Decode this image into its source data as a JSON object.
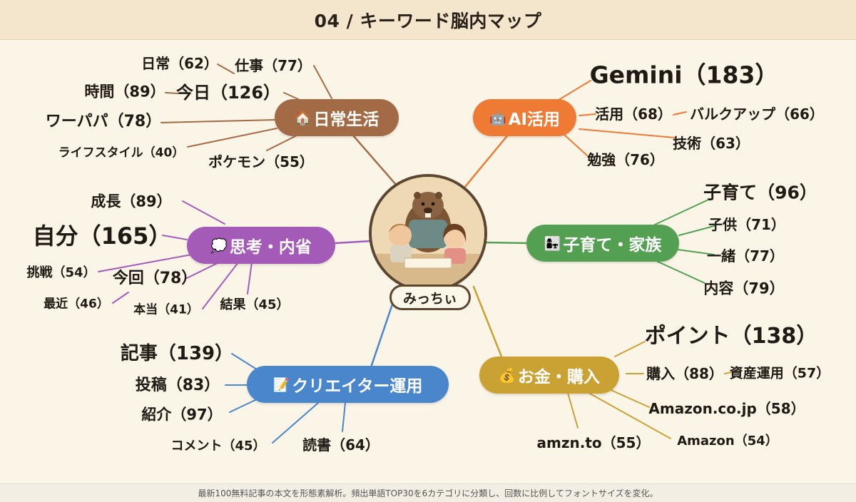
{
  "header": {
    "title": "04 / キーワード脳内マップ"
  },
  "center": {
    "name": "みっちぃ",
    "illustration": "beaver-and-children-reading-illustration"
  },
  "categories": [
    {
      "id": "daily",
      "emoji": "🏠",
      "label": "日常生活",
      "color": "#a36b45"
    },
    {
      "id": "ai",
      "emoji": "🤖",
      "label": "AI活用",
      "color": "#ee7a33"
    },
    {
      "id": "thought",
      "emoji": "💭",
      "label": "思考・内省",
      "color": "#a45bb8"
    },
    {
      "id": "family",
      "emoji": "👩‍👧",
      "label": "子育て・家族",
      "color": "#54a052"
    },
    {
      "id": "creator",
      "emoji": "📝",
      "label": "クリエイター運用",
      "color": "#4a86cb"
    },
    {
      "id": "money",
      "emoji": "💰",
      "label": "お金・購入",
      "color": "#c9a233"
    }
  ],
  "keywords": [
    {
      "cat": "daily",
      "word": "日常",
      "count": 62
    },
    {
      "cat": "daily",
      "word": "仕事",
      "count": 77
    },
    {
      "cat": "daily",
      "word": "時間",
      "count": 89
    },
    {
      "cat": "daily",
      "word": "今日",
      "count": 126
    },
    {
      "cat": "daily",
      "word": "ワーパパ",
      "count": 78
    },
    {
      "cat": "daily",
      "word": "ライフスタイル",
      "count": 40
    },
    {
      "cat": "daily",
      "word": "ポケモン",
      "count": 55
    },
    {
      "cat": "ai",
      "word": "Gemini",
      "count": 183
    },
    {
      "cat": "ai",
      "word": "活用",
      "count": 68
    },
    {
      "cat": "ai",
      "word": "バルクアップ",
      "count": 66
    },
    {
      "cat": "ai",
      "word": "技術",
      "count": 63
    },
    {
      "cat": "ai",
      "word": "勉強",
      "count": 76
    },
    {
      "cat": "thought",
      "word": "成長",
      "count": 89
    },
    {
      "cat": "thought",
      "word": "自分",
      "count": 165
    },
    {
      "cat": "thought",
      "word": "挑戦",
      "count": 54
    },
    {
      "cat": "thought",
      "word": "今回",
      "count": 78
    },
    {
      "cat": "thought",
      "word": "最近",
      "count": 46
    },
    {
      "cat": "thought",
      "word": "本当",
      "count": 41
    },
    {
      "cat": "thought",
      "word": "結果",
      "count": 45
    },
    {
      "cat": "family",
      "word": "子育て",
      "count": 96
    },
    {
      "cat": "family",
      "word": "子供",
      "count": 71
    },
    {
      "cat": "family",
      "word": "一緒",
      "count": 77
    },
    {
      "cat": "family",
      "word": "内容",
      "count": 79
    },
    {
      "cat": "creator",
      "word": "記事",
      "count": 139
    },
    {
      "cat": "creator",
      "word": "投稿",
      "count": 83
    },
    {
      "cat": "creator",
      "word": "紹介",
      "count": 97
    },
    {
      "cat": "creator",
      "word": "コメント",
      "count": 45
    },
    {
      "cat": "creator",
      "word": "読書",
      "count": 64
    },
    {
      "cat": "money",
      "word": "ポイント",
      "count": 138
    },
    {
      "cat": "money",
      "word": "購入",
      "count": 88
    },
    {
      "cat": "money",
      "word": "資産運用",
      "count": 57
    },
    {
      "cat": "money",
      "word": "Amazon.co.jp",
      "count": 58
    },
    {
      "cat": "money",
      "word": "Amazon",
      "count": 54
    },
    {
      "cat": "money",
      "word": "amzn.to",
      "count": 55
    }
  ],
  "footer": {
    "note": "最新100無料記事の本文を形態素解析。頻出単語TOP30を6カテゴリに分類し、回数に比例してフォントサイズを変化。"
  }
}
